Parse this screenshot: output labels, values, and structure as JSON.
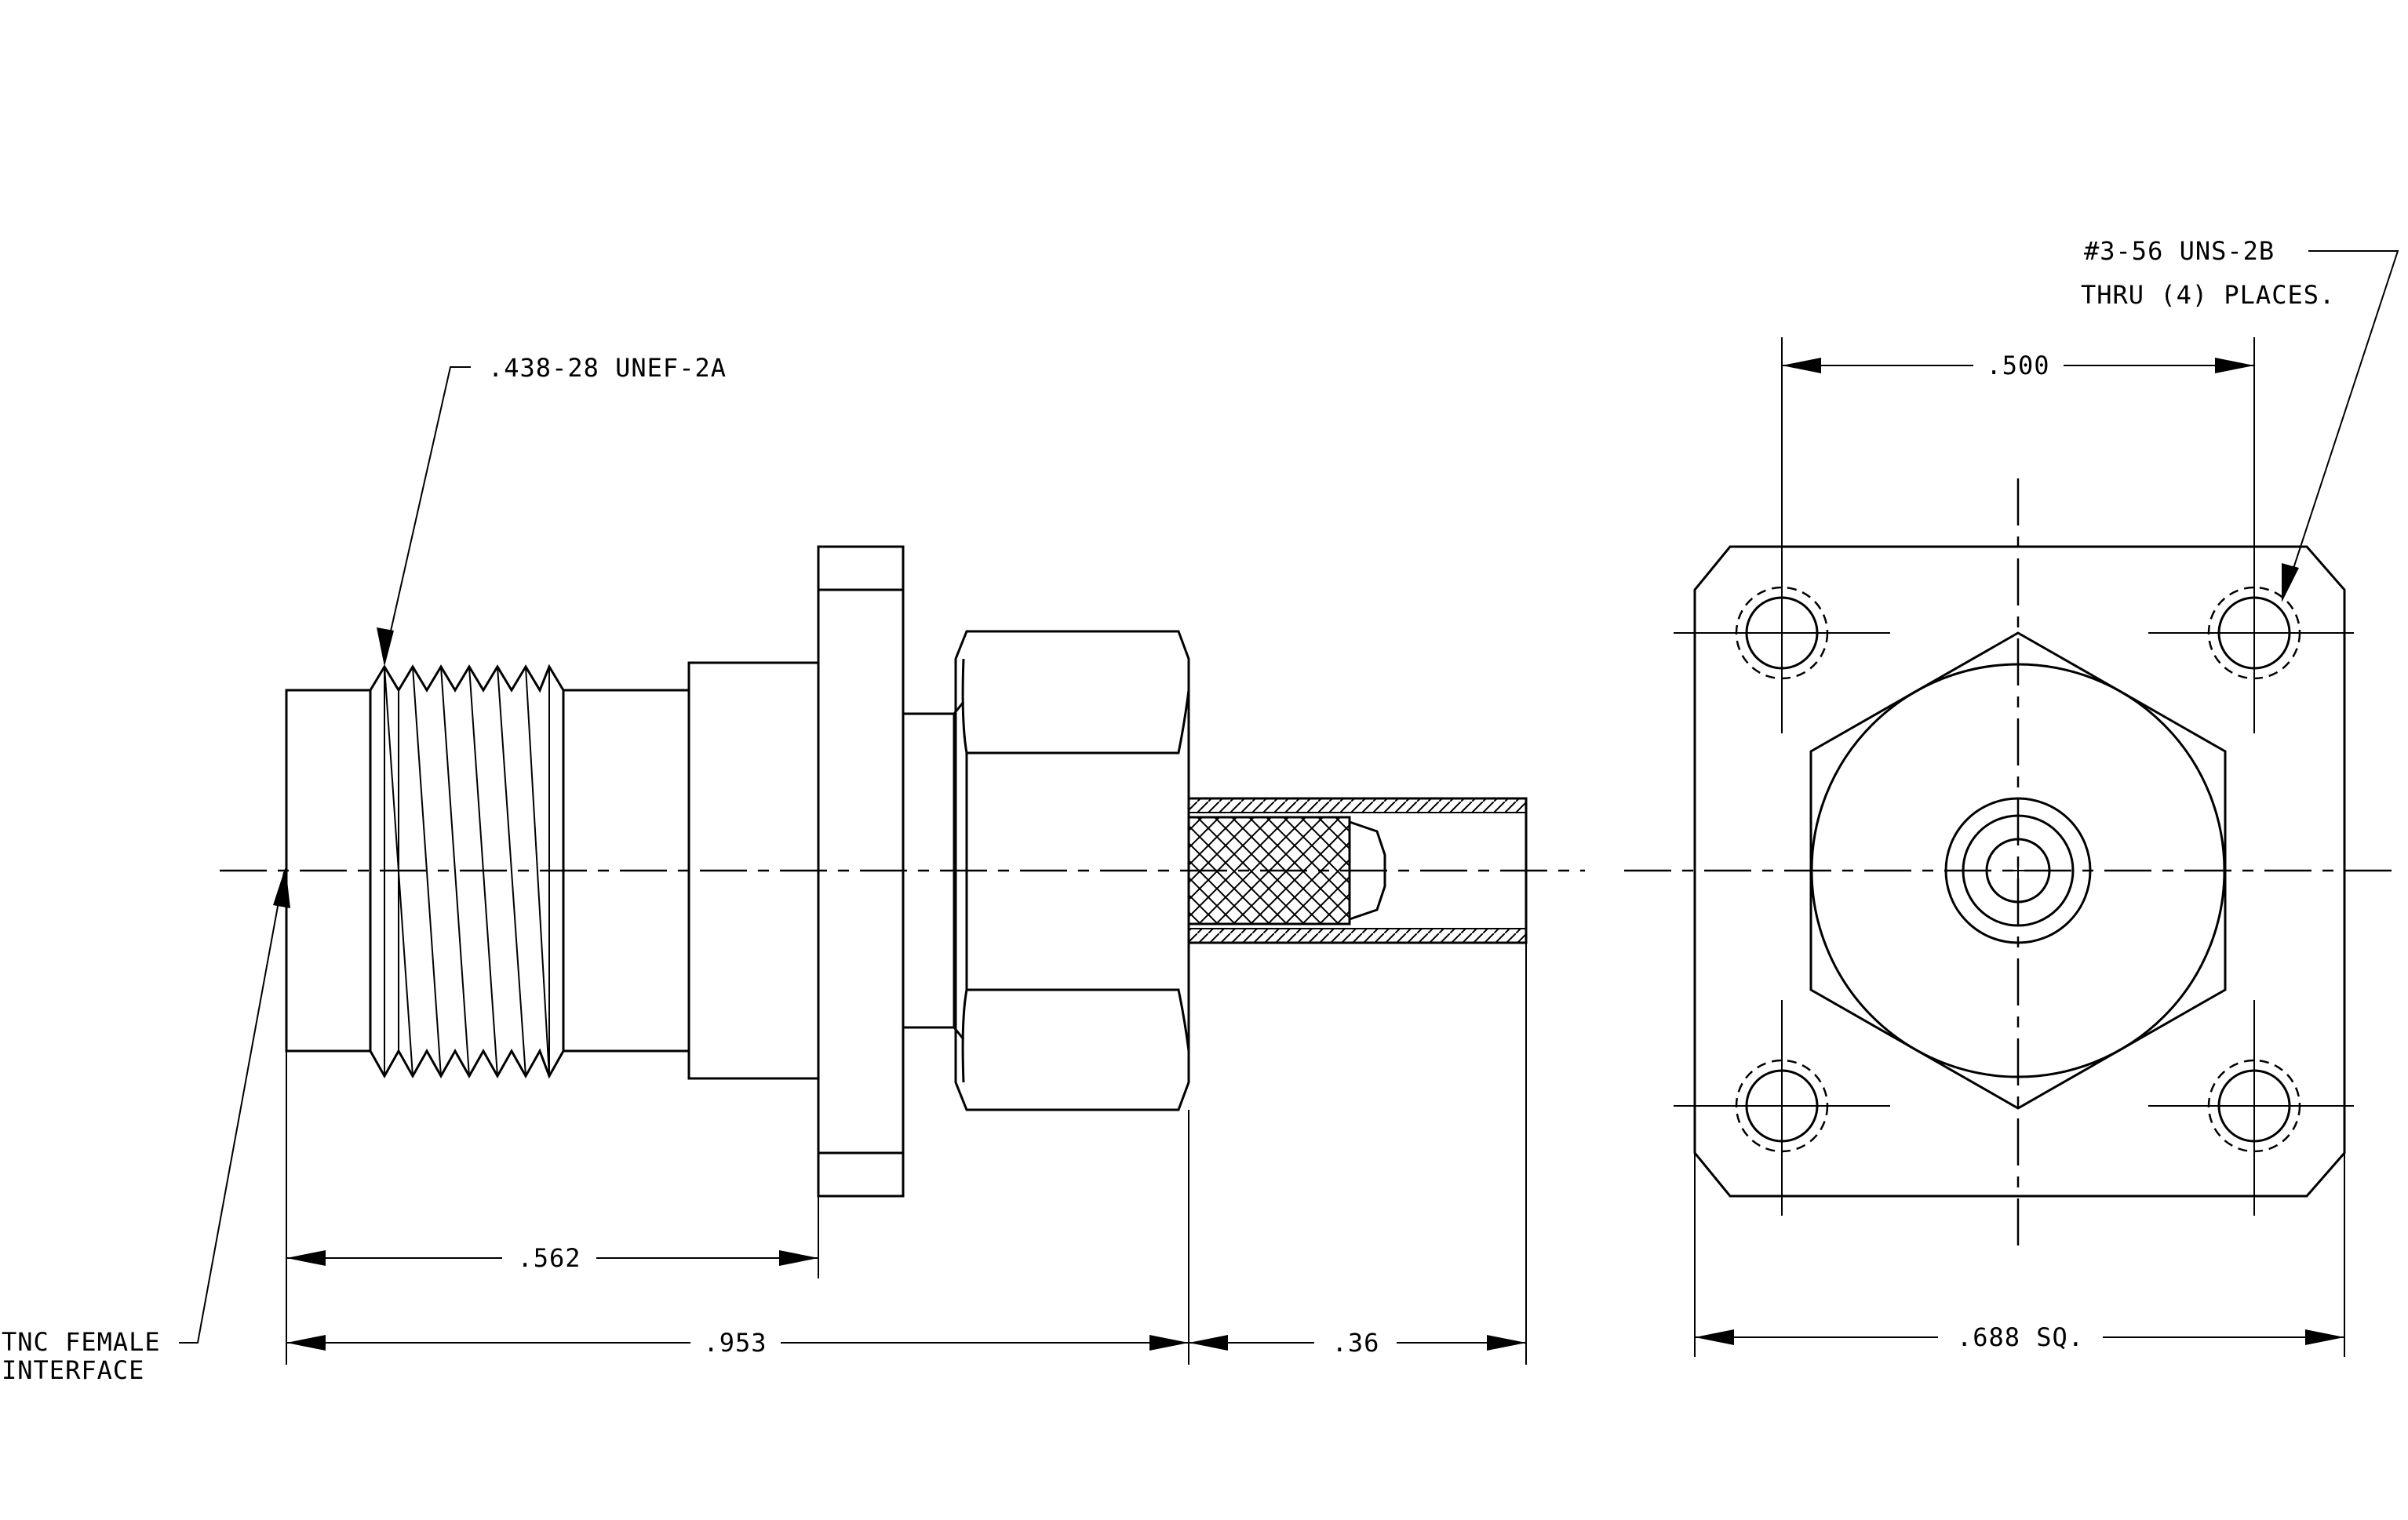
{
  "labels": {
    "thread_callout": ".438-28 UNEF-2A",
    "hole_callout_line1": "#3-56 UNS-2B",
    "hole_callout_line2": "THRU (4) PLACES.",
    "interface_line1": "TNC FEMALE",
    "interface_line2": "INTERFACE"
  },
  "dimensions": {
    "flange_to_face": ".562",
    "overall_body": ".953",
    "tail_length": ".36",
    "hole_spacing": ".500",
    "flange_square": ".688 SQ."
  },
  "colors": {
    "line": "#000000",
    "background": "#ffffff"
  }
}
